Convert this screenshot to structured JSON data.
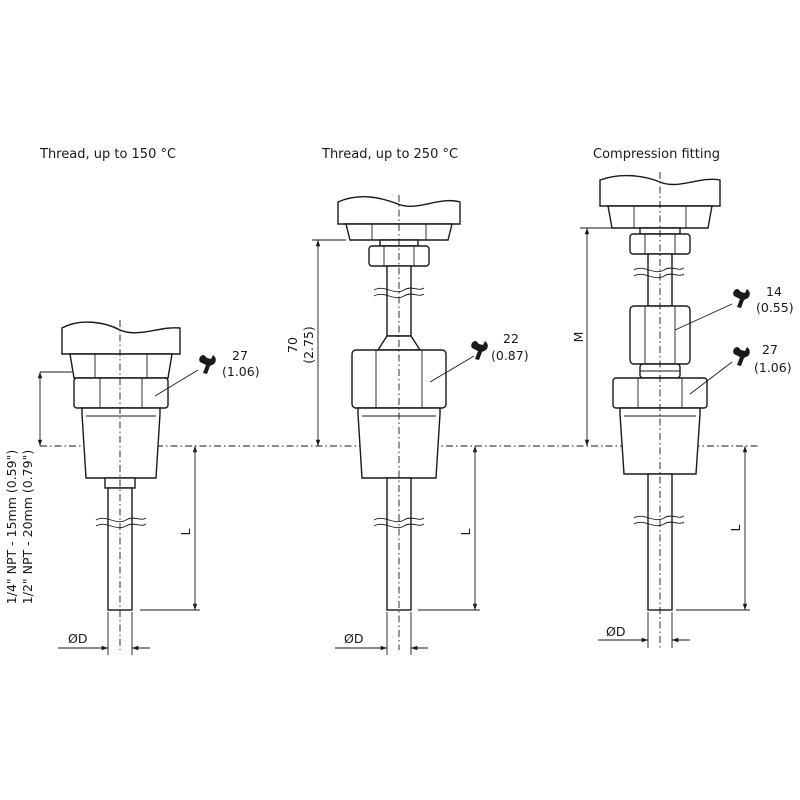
{
  "titles": {
    "thread150": "Thread, up to 150 °C",
    "thread250": "Thread, up to 250 °C",
    "compression": "Compression fitting"
  },
  "wrench": {
    "w1": {
      "mm": "27",
      "in": "(1.06)"
    },
    "w2": {
      "mm": "22",
      "in": "(0.87)"
    },
    "w3a": {
      "mm": "14",
      "in": "(0.55)"
    },
    "w3b": {
      "mm": "27",
      "in": "(1.06)"
    }
  },
  "dims": {
    "h70_mm": "70",
    "h70_in": "(2.75)",
    "m_label": "M",
    "l_label": "L",
    "d_label": "ØD",
    "thread_note_1": "1/4\" NPT - 15mm (0.59\")",
    "thread_note_2": "1/2\" NPT - 20mm (0.79\")"
  }
}
